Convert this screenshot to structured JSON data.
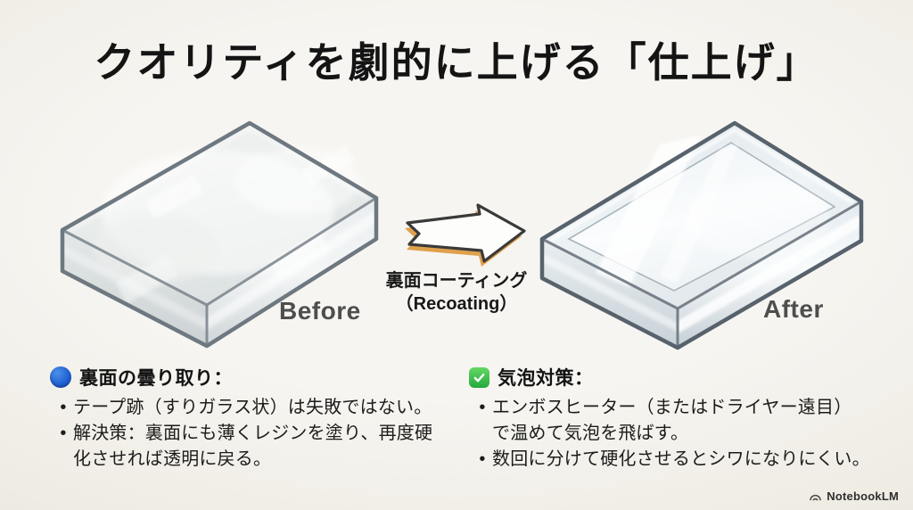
{
  "title": "クオリティを劇的に上げる「仕上げ」",
  "before": {
    "label": "Before"
  },
  "after": {
    "label": "After"
  },
  "arrow": {
    "caption_line1": "裏面コーティング",
    "caption_line2": "（Recoating）"
  },
  "left_panel": {
    "icon": "blue-circle-icon",
    "heading": "裏面の曇り取り：",
    "bullets": [
      "テープ跡（すりガラス状）は失敗ではない。",
      "解決策：裏面にも薄くレジンを塗り、再度硬\n化させれば透明に戻る。"
    ]
  },
  "right_panel": {
    "icon": "green-check-icon",
    "heading": "気泡対策：",
    "bullets": [
      "エンボスヒーター（またはドライヤー遠目）\nで温めて気泡を飛ばす。",
      "数回に分けて硬化させるとシワになりにくい。"
    ]
  },
  "watermark": {
    "brand": "NotebookLM"
  },
  "colors": {
    "background": "#f0ede5",
    "title_text": "#141414",
    "arrow_shadow_orange": "#dfa14d",
    "arrow_outline": "#3a3a3a",
    "blue_icon": "#2163d4",
    "green_icon": "#24a93c",
    "before_outline": "#6e7880",
    "after_outline": "#57626c",
    "stage_label_text": "#4e4e4e"
  }
}
